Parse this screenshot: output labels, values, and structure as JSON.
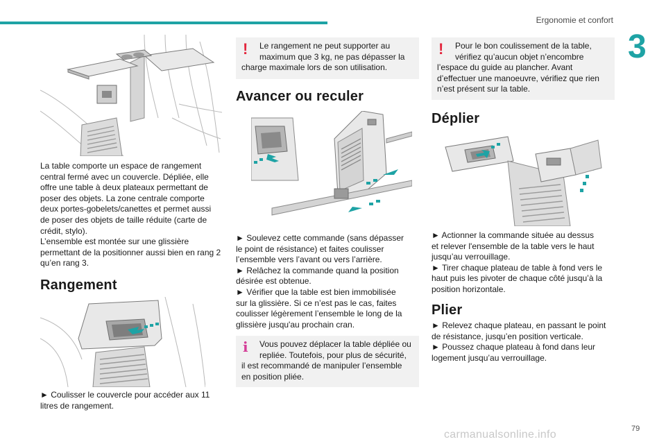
{
  "header": {
    "section_title": "Ergonomie et confort",
    "chapter_number": "3",
    "accent_color": "#1ea3a5"
  },
  "col1": {
    "intro_lines": [
      "La table comporte un espace de rangement",
      "central fermé avec un couvercle. Dépliée, elle",
      "offre une table à deux plateaux permettant de",
      "poser des objets. La zone centrale comporte",
      "deux portes-gobelets/canettes et permet aussi",
      "de poser des objets de taille réduite (carte de",
      "crédit, stylo).",
      "L’ensemble est montée sur une glissière",
      "permettant de la positionner aussi bien en rang 2",
      "qu’en rang 3."
    ],
    "heading_rangement": "Rangement",
    "rangement_lines": [
      "► Coulisser le couvercle pour accéder aux 11",
      "litres de rangement."
    ]
  },
  "col2": {
    "warning_lines": [
      "Le rangement ne peut supporter au",
      "maximum que 3 kg, ne pas dépasser la",
      "charge maximale lors de son utilisation."
    ],
    "heading": "Avancer ou reculer",
    "steps_lines": [
      "► Soulevez cette commande (sans dépasser",
      "le point de résistance) et faites coulisser",
      "l’ensemble vers l’avant ou vers l’arrière.",
      "► Relâchez la commande quand la position",
      "désirée est obtenue.",
      "► Vérifier que la table est bien immobilisée",
      "sur la glissière. Si ce n’est pas le cas, faites",
      "coulisser légèrement l’ensemble le long de la",
      "glissière jusqu'au prochain cran."
    ],
    "info_lines": [
      "Vous pouvez déplacer la table dépliée ou",
      "repliée. Toutefois, pour plus de sécurité,",
      "il est recommandé de manipuler l’ensemble",
      "en position pliée."
    ]
  },
  "col3": {
    "warning_lines": [
      "Pour le bon coulissement de la table,",
      "vérifiez qu’aucun objet n’encombre",
      "l’espace du guide au plancher.",
      "Avant d’effectuer une manoeuvre, vérifiez que",
      "rien n’est présent sur la table."
    ],
    "heading_deplier": "Déplier",
    "deplier_lines": [
      "► Actionner la commande située au dessus",
      "et relever l'ensemble de la table vers le haut",
      "jusqu’au verrouillage.",
      "► Tirer chaque plateau de table à fond vers le",
      "haut puis les pivoter de chaque côté jusqu’à la",
      "position horizontale."
    ],
    "heading_plier": "Plier",
    "plier_lines": [
      "► Relevez chaque plateau, en passant le point",
      "de résistance, jusqu’en position verticale.",
      "► Poussez chaque plateau à fond dans leur",
      "logement jusqu’au verrouillage."
    ]
  },
  "footer": {
    "page_number": "79",
    "watermark": "carmanualsonline.info"
  },
  "icons": {
    "warning": "!",
    "info": "i"
  }
}
